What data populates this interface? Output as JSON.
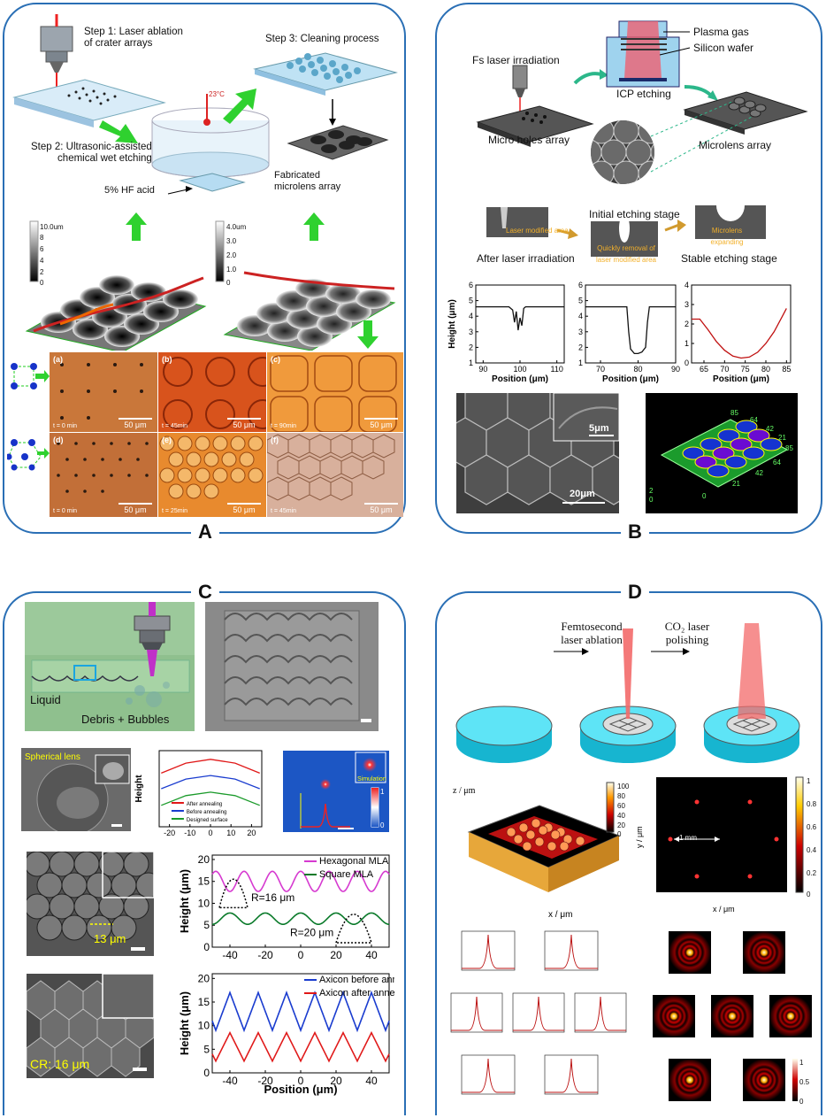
{
  "panel_labels": {
    "a": "A",
    "b": "B",
    "c": "C",
    "d": "D"
  },
  "panel_a": {
    "step1": "Step 1: Laser ablation\nof crater arrays",
    "step2": "Step 2: Ultrasonic-assisted\nchemical wet etching",
    "step3": "Step 3: Cleaning process",
    "hf": "5% HF acid",
    "temp": "23°C",
    "fabricated": "Fabricated\nmicrolens array",
    "bar1_max": "10.0um",
    "bar1_mid": [
      "8",
      "6",
      "4",
      "2",
      "0"
    ],
    "bar2_max": "4.0um",
    "bar2_mid": [
      "3.0",
      "2.0",
      "1.0",
      "0"
    ],
    "tiles": [
      {
        "tag": "(a)",
        "t": "t = 0 min",
        "scale": "50 μm",
        "color": "#c9773a"
      },
      {
        "tag": "(b)",
        "t": "t = 45min",
        "scale": "50 μm",
        "color": "#d8531c"
      },
      {
        "tag": "(c)",
        "t": "t = 90min",
        "scale": "50 μm",
        "color": "#f09a3c"
      },
      {
        "tag": "(d)",
        "t": "t = 0 min",
        "scale": "50 μm",
        "color": "#c26f38"
      },
      {
        "tag": "(e)",
        "t": "t = 25min",
        "scale": "50 μm",
        "color": "#e88a2e"
      },
      {
        "tag": "(f)",
        "t": "t = 45min",
        "scale": "50 μm",
        "color": "#d8b09c"
      }
    ]
  },
  "panel_b": {
    "fs": "Fs laser irradiation",
    "micro_holes": "Micro holes array",
    "plasma": "Plasma gas",
    "silicon": "Silicon wafer",
    "icp": "ICP etching",
    "mla": "Microlens array",
    "initial": "Initial etching stage",
    "after_laser": "After laser irradiation",
    "stable": "Stable etching stage",
    "laser_mod": "Laser modified area",
    "quick": "Quickly removal of\nlaser modified area",
    "expanding": "Microlens\nexpanding",
    "scale1": "5μm",
    "scale2": "20μm",
    "map_labels": [
      "85",
      "64",
      "42",
      "21",
      "0",
      "21",
      "42",
      "64",
      "85",
      "2",
      "0"
    ]
  },
  "panel_c": {
    "liquid": "Liquid",
    "debris": "Debris + Bubbles",
    "spherical": "Spherical lens",
    "simulation": "Simulation",
    "colorbar": [
      "1",
      "0"
    ],
    "lens_size": "13 μm",
    "cr": "CR: 16 μm"
  },
  "panel_d": {
    "fs_ablation": "Femtosecond\nlaser ablation",
    "co2": "CO₂ laser\npolishing",
    "mm": "1 mm",
    "cb1": [
      "100",
      "80",
      "60",
      "40",
      "20",
      "0"
    ],
    "cb2": [
      "1",
      "0.8",
      "0.6",
      "0.4",
      "0.2",
      "0"
    ],
    "cb3": [
      "1",
      "0.5",
      "0"
    ]
  },
  "chart_data": [
    {
      "type": "line",
      "title": "",
      "xlabel": "Position (μm)",
      "ylabel": "Height (μm)",
      "xlim": [
        88,
        112
      ],
      "ylim": [
        1,
        6
      ],
      "xticks": [
        "90",
        "100",
        "110"
      ],
      "yticks": [
        "1",
        "2",
        "3",
        "4",
        "5",
        "6"
      ],
      "series": [
        {
          "x": [
            88,
            97,
            98,
            98.5,
            99,
            99.5,
            100,
            100.5,
            101,
            101.5,
            112
          ],
          "values": [
            4.6,
            4.6,
            4.4,
            3.6,
            4.3,
            3.1,
            3.9,
            3.4,
            4.5,
            4.6,
            4.6
          ]
        }
      ]
    },
    {
      "type": "line",
      "title": "",
      "xlabel": "Position (μm)",
      "ylabel": "",
      "xlim": [
        66,
        90
      ],
      "ylim": [
        1,
        6
      ],
      "xticks": [
        "70",
        "80",
        "90"
      ],
      "yticks": [
        "1",
        "2",
        "3",
        "4",
        "5",
        "6"
      ],
      "series": [
        {
          "x": [
            66,
            77,
            77.5,
            78,
            79,
            80,
            81,
            82,
            82.5,
            83,
            90
          ],
          "values": [
            4.6,
            4.6,
            3.0,
            1.9,
            1.6,
            1.6,
            1.7,
            2.0,
            3.6,
            4.6,
            4.6
          ]
        }
      ]
    },
    {
      "type": "line",
      "title": "",
      "xlabel": "Position (μm)",
      "ylabel": "",
      "xlim": [
        62,
        86
      ],
      "ylim": [
        0,
        4
      ],
      "xticks": [
        "65",
        "70",
        "75",
        "80",
        "85"
      ],
      "yticks": [
        "0",
        "1",
        "2",
        "3",
        "4"
      ],
      "series": [
        {
          "x": [
            62,
            64,
            66,
            68,
            70,
            72,
            74,
            76,
            78,
            80,
            82,
            84,
            85
          ],
          "values": [
            2.25,
            2.25,
            1.7,
            1.1,
            0.65,
            0.35,
            0.25,
            0.3,
            0.55,
            1.0,
            1.6,
            2.4,
            2.8
          ]
        }
      ]
    },
    {
      "type": "line",
      "title": "",
      "xlabel": "",
      "ylabel": "Height",
      "xlim": [
        -25,
        25
      ],
      "ylim": [
        0,
        22
      ],
      "xticks": [
        "-20",
        "-10",
        "0",
        "10",
        "20"
      ],
      "yticks": [],
      "series": [
        {
          "name": "After annealing",
          "x": [
            -24,
            -12,
            0,
            12,
            24
          ],
          "values": [
            15.5,
            18.4,
            19.5,
            18.4,
            15.5
          ]
        },
        {
          "name": "Before annealing",
          "x": [
            -24,
            -12,
            0,
            12,
            24
          ],
          "values": [
            11,
            13.8,
            14.8,
            13.8,
            11
          ]
        },
        {
          "name": "Designed surface",
          "x": [
            -24,
            -12,
            0,
            12,
            24
          ],
          "values": [
            6.2,
            9,
            10,
            9,
            6.2
          ]
        }
      ]
    },
    {
      "type": "line",
      "title": "",
      "xlabel": "",
      "ylabel": "Height (μm)",
      "xlim": [
        -50,
        50
      ],
      "ylim": [
        0,
        21
      ],
      "xticks": [
        "-40",
        "-20",
        "0",
        "20",
        "40"
      ],
      "yticks": [
        "0",
        "5",
        "10",
        "15",
        "20"
      ],
      "annotations": [
        "R=16 μm",
        "R=20 μm"
      ],
      "series": [
        {
          "name": "Hexagonal MLA",
          "period": 16,
          "base": 15,
          "amp": 2.3
        },
        {
          "name": "Square MLA",
          "period": 20,
          "base": 6.5,
          "amp": 1.3
        }
      ]
    },
    {
      "type": "line",
      "title": "",
      "xlabel": "Position (μm)",
      "ylabel": "Height (μm)",
      "xlim": [
        -50,
        50
      ],
      "ylim": [
        0,
        21
      ],
      "xticks": [
        "-40",
        "-20",
        "0",
        "20",
        "40"
      ],
      "yticks": [
        "0",
        "5",
        "10",
        "15",
        "20"
      ],
      "series": [
        {
          "name": "Axicon before annealing",
          "period": 16,
          "base": 13,
          "amp": 4
        },
        {
          "name": "Axicon after annealing",
          "period": 16,
          "base": 5.5,
          "amp": 3
        }
      ]
    }
  ]
}
